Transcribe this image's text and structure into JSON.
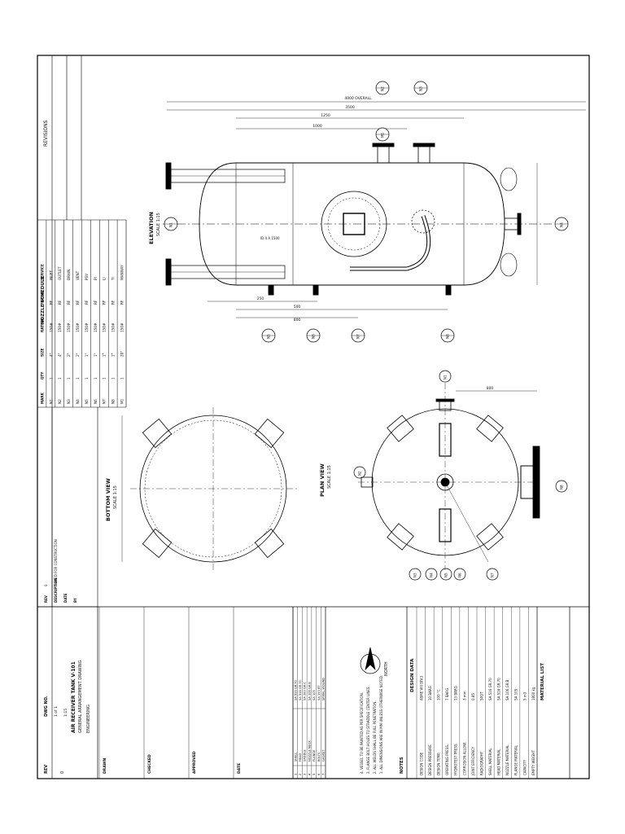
{
  "drawing": {
    "views": {
      "elevation": "ELEVATION",
      "plan": "PLAN VIEW",
      "bottom": "BOTTOM VIEW",
      "scale": "SCALE 1:15"
    },
    "dims": {
      "overall": "4000 OVERALL",
      "shell": "3500",
      "d1250": "1250",
      "d1000": "1000",
      "d500": "500",
      "d250": "250",
      "d800": "800",
      "id": "ID 4 A 1500"
    },
    "nozzle_marks": [
      "N1",
      "N2",
      "N3",
      "N4",
      "N5",
      "N6",
      "N7",
      "N8",
      "M1"
    ],
    "plan_note": "800"
  },
  "nozzle_table": {
    "title": "NOZZLE SCHEDULE",
    "headers": [
      "MARK",
      "QTY",
      "SIZE",
      "RATING",
      "FACING",
      "SERVICE"
    ],
    "rows": [
      [
        "N1",
        "1",
        "4\"",
        "150#",
        "RF",
        "INLET"
      ],
      [
        "N2",
        "1",
        "4\"",
        "150#",
        "RF",
        "OUTLET"
      ],
      [
        "N3",
        "1",
        "2\"",
        "150#",
        "RF",
        "DRAIN"
      ],
      [
        "N4",
        "1",
        "2\"",
        "150#",
        "RF",
        "VENT"
      ],
      [
        "N5",
        "1",
        "1\"",
        "150#",
        "RF",
        "PSV"
      ],
      [
        "N6",
        "1",
        "1\"",
        "150#",
        "RF",
        "PI"
      ],
      [
        "N7",
        "1",
        "1\"",
        "150#",
        "RF",
        "LI"
      ],
      [
        "N8",
        "1",
        "1\"",
        "150#",
        "RF",
        "TI"
      ],
      [
        "M1",
        "1",
        "20\"",
        "150#",
        "RF",
        "MANWAY"
      ]
    ]
  },
  "design_data": {
    "title": "DESIGN DATA",
    "rows": [
      [
        "DESIGN CODE",
        "ASME VIII DIV.1"
      ],
      [
        "DESIGN PRESSURE",
        "10 BARG"
      ],
      [
        "DESIGN TEMP.",
        "100 °C"
      ],
      [
        "OPERATING PRESS.",
        "7 BARG"
      ],
      [
        "HYDROTEST PRESS.",
        "13 BARG"
      ],
      [
        "CORROSION ALLOW.",
        "3 mm"
      ],
      [
        "JOINT EFFICIENCY",
        "0.85"
      ],
      [
        "RADIOGRAPHY",
        "SPOT"
      ],
      [
        "SHELL MATERIAL",
        "SA 516 GR.70"
      ],
      [
        "HEAD MATERIAL",
        "SA 516 GR.70"
      ],
      [
        "NOZZLE MATERIAL",
        "SA 106 GR.B"
      ],
      [
        "FLANGE MATERIAL",
        "SA 105"
      ],
      [
        "CAPACITY",
        "5 m3"
      ],
      [
        "EMPTY WEIGHT",
        "1800 kg"
      ]
    ]
  },
  "materials": {
    "title": "MATERIAL LIST",
    "rows": [
      [
        "1",
        "SHELL",
        "SA 516 GR.70"
      ],
      [
        "2",
        "HEAD",
        "SA 516 GR.70"
      ],
      [
        "3",
        "SADDLE",
        "SA 283 GR.C"
      ],
      [
        "4",
        "NOZZLE NECK",
        "SA 106 GR.B"
      ],
      [
        "5",
        "FLANGE",
        "SA 105"
      ],
      [
        "6",
        "BOLTS",
        "SA 193 B7"
      ],
      [
        "7",
        "GASKET",
        "SPIRAL WOUND"
      ]
    ]
  },
  "notes": {
    "title": "NOTES",
    "lines": [
      "1. ALL DIMENSIONS ARE IN MM UNLESS OTHERWISE NOTED.",
      "2. ALL WELDS SHALL BE FULL PENETRATION.",
      "3. FLANGE BOLT HOLES TO STRADDLE CENTER LINES.",
      "4. VESSEL TO BE PAINTED AS PER SPECIFICATION."
    ],
    "north": "NORTH"
  },
  "title_block": {
    "company": "ENGINEERING",
    "project": "AIR RECEIVER TANK V-101",
    "subtitle": "GENERAL ARRANGEMENT DRAWING",
    "dwg_no": "DWG NO.",
    "rev": "REV",
    "rev_value": "0",
    "scale": "1:15",
    "sheet": "1 of 1",
    "fields": [
      "DRAWN",
      "CHECKED",
      "APPROVED",
      "DATE"
    ]
  },
  "revisions": {
    "title": "REVISIONS",
    "headers": [
      "REV",
      "DESCRIPTION",
      "DATE",
      "BY"
    ],
    "rows": [
      [
        "0",
        "ISSUED FOR CONSTRUCTION",
        "",
        ""
      ]
    ]
  }
}
